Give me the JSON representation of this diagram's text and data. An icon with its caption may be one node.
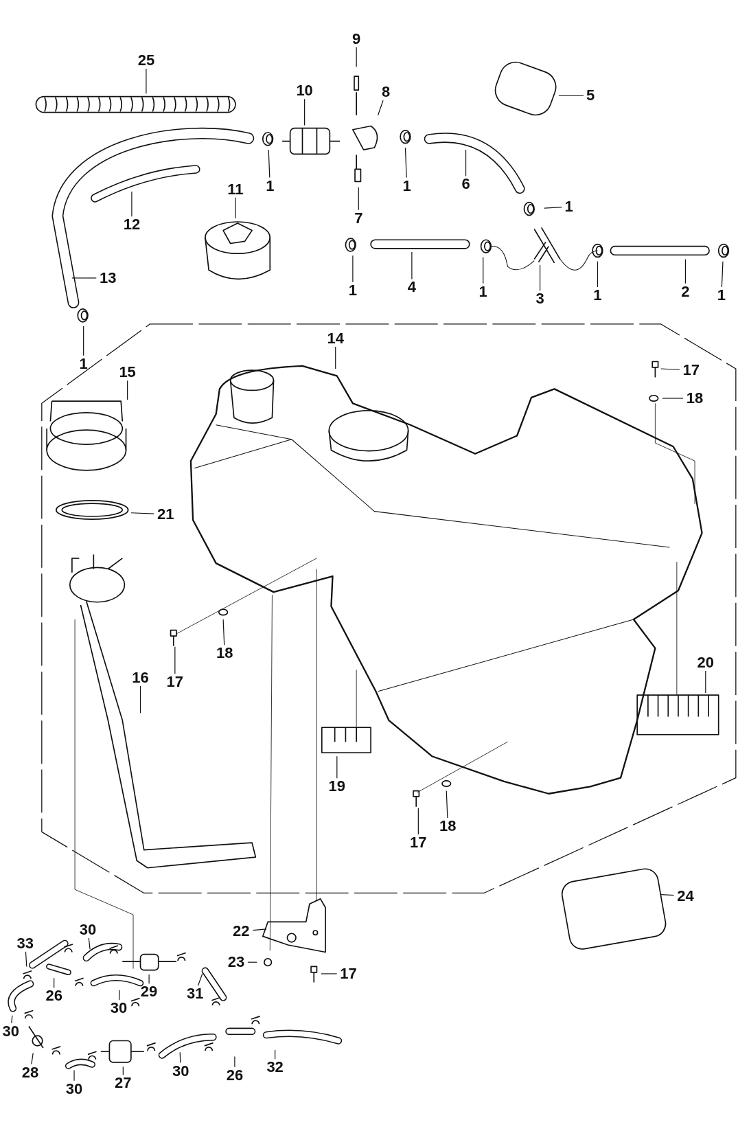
{
  "diagram": {
    "nodes": [
      {
        "text": [
          "25"
        ]
      },
      {
        "text": [
          "10"
        ]
      },
      {
        "text": [
          "9"
        ]
      },
      {
        "text": [
          "8"
        ]
      },
      {
        "text": [
          "5"
        ]
      },
      {
        "text": [
          "1"
        ]
      },
      {
        "text": [
          "1"
        ]
      },
      {
        "text": [
          "6"
        ]
      },
      {
        "text": [
          "1"
        ]
      },
      {
        "text": [
          "12"
        ]
      },
      {
        "text": [
          "7"
        ]
      },
      {
        "text": [
          "11"
        ]
      },
      {
        "text": [
          "13"
        ]
      },
      {
        "text": [
          "1"
        ]
      },
      {
        "text": [
          "4"
        ]
      },
      {
        "text": [
          "1"
        ]
      },
      {
        "text": [
          "3"
        ]
      },
      {
        "text": [
          "1"
        ]
      },
      {
        "text": [
          "2"
        ]
      },
      {
        "text": [
          "1"
        ]
      },
      {
        "text": [
          "1"
        ]
      },
      {
        "text": [
          "14"
        ]
      },
      {
        "text": [
          "15"
        ]
      },
      {
        "text": [
          "17"
        ]
      },
      {
        "text": [
          "18"
        ]
      },
      {
        "text": [
          "21"
        ]
      },
      {
        "text": [
          "16"
        ]
      },
      {
        "text": [
          "18"
        ]
      },
      {
        "text": [
          "17"
        ]
      },
      {
        "text": [
          "20"
        ]
      },
      {
        "text": [
          "19"
        ]
      },
      {
        "text": [
          "17"
        ]
      },
      {
        "text": [
          "18"
        ]
      },
      {
        "text": [
          "24"
        ]
      },
      {
        "text": [
          "22"
        ]
      },
      {
        "text": [
          "23"
        ]
      },
      {
        "text": [
          "17"
        ]
      },
      {
        "text": [
          "33"
        ]
      },
      {
        "text": [
          "30"
        ]
      },
      {
        "text": [
          "26"
        ]
      },
      {
        "text": [
          "30"
        ]
      },
      {
        "text": [
          "29"
        ]
      },
      {
        "text": [
          "31"
        ]
      },
      {
        "text": [
          "30"
        ]
      },
      {
        "text": [
          "28"
        ]
      },
      {
        "text": [
          "30"
        ]
      },
      {
        "text": [
          "27"
        ]
      },
      {
        "text": [
          "30"
        ]
      },
      {
        "text": [
          "26"
        ]
      },
      {
        "text": [
          "32"
        ]
      }
    ],
    "edges": [
      {
        "from": 0,
        "to": null,
        "arrow": "none"
      },
      {
        "from": 1,
        "to": null,
        "arrow": "none"
      },
      {
        "from": 2,
        "to": null,
        "arrow": "none"
      },
      {
        "from": 3,
        "to": null,
        "arrow": "none"
      },
      {
        "from": 4,
        "to": null,
        "arrow": "none"
      },
      {
        "from": 5,
        "to": null,
        "arrow": "none"
      },
      {
        "from": 6,
        "to": null,
        "arrow": "none"
      },
      {
        "from": 7,
        "to": null,
        "arrow": "none"
      },
      {
        "from": 8,
        "to": null,
        "arrow": "none"
      },
      {
        "from": 9,
        "to": null,
        "arrow": "none"
      },
      {
        "from": 10,
        "to": null,
        "arrow": "none"
      },
      {
        "from": 11,
        "to": null,
        "arrow": "none"
      },
      {
        "from": 12,
        "to": null,
        "arrow": "none"
      },
      {
        "from": 13,
        "to": null,
        "arrow": "none"
      },
      {
        "from": 14,
        "to": null,
        "arrow": "none"
      },
      {
        "from": 15,
        "to": null,
        "arrow": "none"
      },
      {
        "from": 16,
        "to": null,
        "arrow": "none"
      },
      {
        "from": 17,
        "to": null,
        "arrow": "none"
      },
      {
        "from": 18,
        "to": null,
        "arrow": "none"
      },
      {
        "from": 19,
        "to": null,
        "arrow": "none"
      },
      {
        "from": 20,
        "to": null,
        "arrow": "none"
      },
      {
        "from": 21,
        "to": null,
        "arrow": "none"
      },
      {
        "from": 22,
        "to": null,
        "arrow": "none"
      },
      {
        "from": 23,
        "to": null,
        "arrow": "none"
      },
      {
        "from": 24,
        "to": null,
        "arrow": "none"
      },
      {
        "from": 25,
        "to": null,
        "arrow": "none"
      },
      {
        "from": 26,
        "to": null,
        "arrow": "none"
      },
      {
        "from": 27,
        "to": null,
        "arrow": "none"
      },
      {
        "from": 28,
        "to": null,
        "arrow": "none"
      },
      {
        "from": 29,
        "to": null,
        "arrow": "none"
      },
      {
        "from": 30,
        "to": null,
        "arrow": "none"
      },
      {
        "from": 31,
        "to": null,
        "arrow": "none"
      },
      {
        "from": 32,
        "to": null,
        "arrow": "none"
      },
      {
        "from": 33,
        "to": null,
        "arrow": "none"
      },
      {
        "from": 34,
        "to": null,
        "arrow": "none"
      },
      {
        "from": 35,
        "to": null,
        "arrow": "none"
      },
      {
        "from": 36,
        "to": null,
        "arrow": "none"
      },
      {
        "from": 37,
        "to": null,
        "arrow": "none"
      },
      {
        "from": 38,
        "to": null,
        "arrow": "none"
      },
      {
        "from": 39,
        "to": null,
        "arrow": "none"
      },
      {
        "from": 40,
        "to": null,
        "arrow": "none"
      },
      {
        "from": 41,
        "to": null,
        "arrow": "none"
      },
      {
        "from": 42,
        "to": null,
        "arrow": "none"
      },
      {
        "from": 43,
        "to": null,
        "arrow": "none"
      },
      {
        "from": 44,
        "to": null,
        "arrow": "none"
      },
      {
        "from": 45,
        "to": null,
        "arrow": "none"
      },
      {
        "from": 46,
        "to": null,
        "arrow": "none"
      },
      {
        "from": 47,
        "to": null,
        "arrow": "none"
      },
      {
        "from": 48,
        "to": null,
        "arrow": "none"
      },
      {
        "from": 49,
        "to": null,
        "arrow": "none"
      }
    ]
  }
}
